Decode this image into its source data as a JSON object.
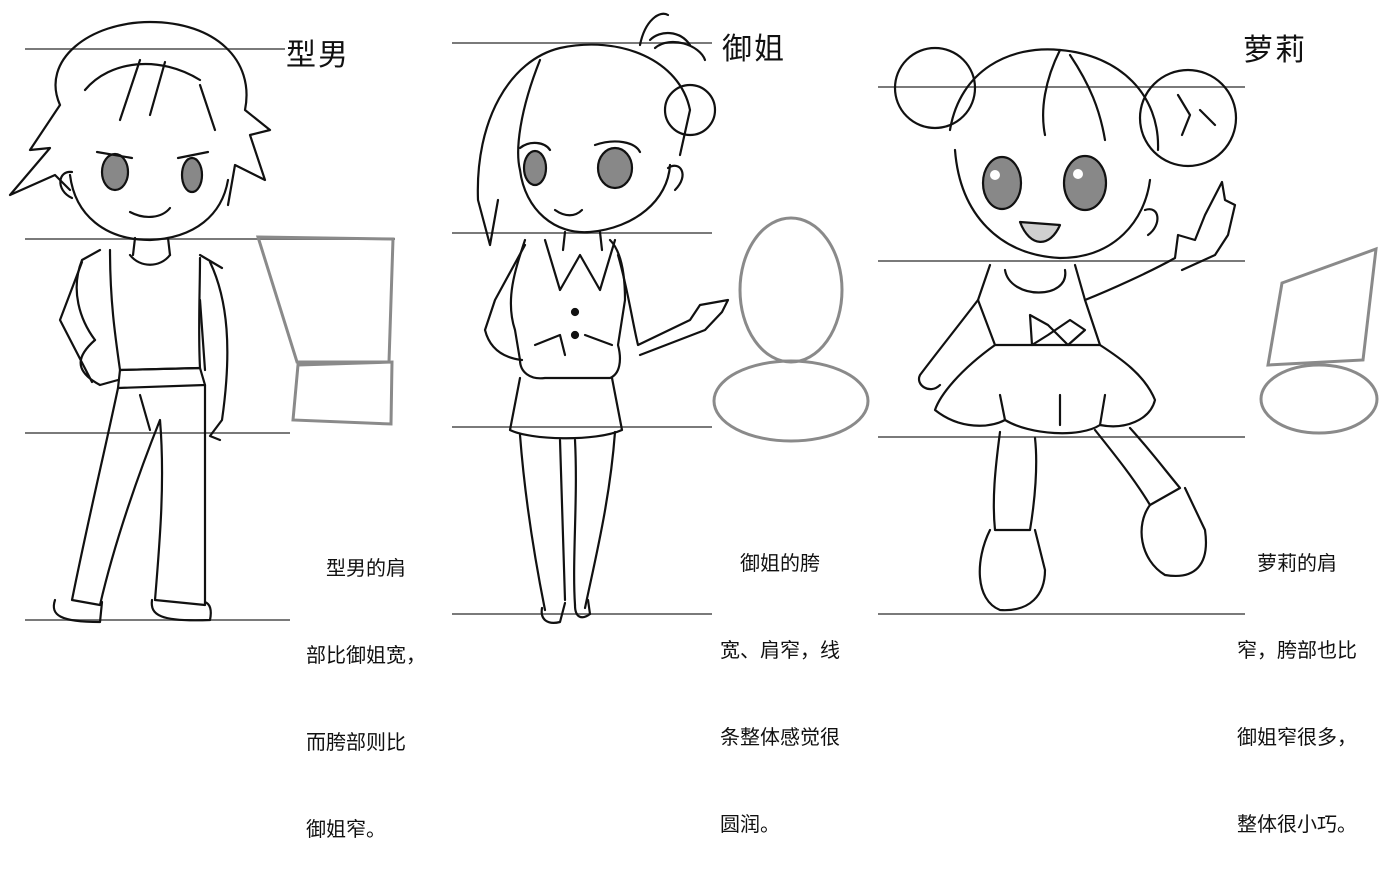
{
  "figures": [
    {
      "id": "xingnan",
      "title": "型男",
      "caption": [
        "　型男的肩",
        "部比御姐宽，",
        "而胯部则比",
        "御姐窄。"
      ]
    },
    {
      "id": "yujie",
      "title": "御姐",
      "caption": [
        "　御姐的胯",
        "宽、肩窄，线",
        "条整体感觉很",
        "圆润。"
      ]
    },
    {
      "id": "luoli",
      "title": "萝莉",
      "caption": [
        "　萝莉的肩",
        "窄，胯部也比",
        "御姐窄很多，",
        "整体很小巧。"
      ]
    }
  ],
  "colors": {
    "ink": "#111111",
    "guide": "#7a7a7a",
    "shape": "#8a8a8a"
  }
}
